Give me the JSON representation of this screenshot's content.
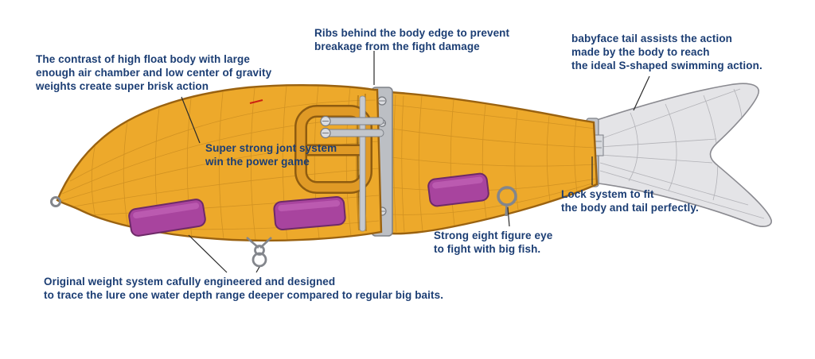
{
  "figure": {
    "background_color": "#ffffff",
    "text_color": "#1c3e74",
    "body_color": "#eda92b",
    "body_outline_color": "#9a6210",
    "weight_color": "#a8449e",
    "metal_color": "#bcbfc4",
    "tail_color": "#e4e4e7"
  },
  "annotations": {
    "float_body": "The contrast of high float body with large\nenough air chamber and low center of gravity\nweights create super brisk action",
    "ribs": "Ribs behind the body edge to prevent\nbreakage from the fight damage",
    "babyface_tail": "babyface tail assists the action\nmade by the body to reach\nthe ideal S-shaped swimming action.",
    "joint_system": "Super strong jont system\nwin the power game",
    "lock_system": "Lock system to fit\nthe body and tail perfectly.",
    "eight_eye": "Strong eight figure eye\nto fight with big fish.",
    "weight_system": "Original weight system cafully engineered and designed\nto trace the lure one water depth range deeper compared to regular big baits."
  }
}
